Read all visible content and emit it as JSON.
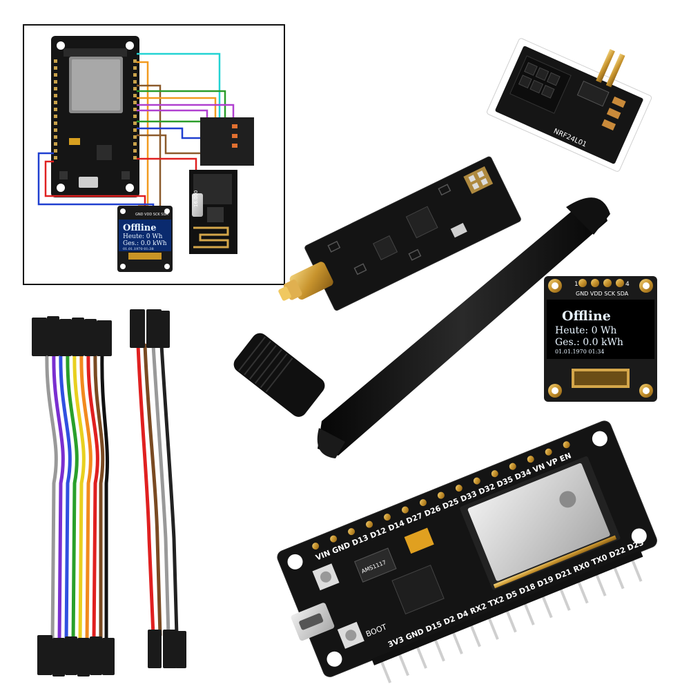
{
  "oled_large": {
    "pin_labels": "GND VDD SCK SDA",
    "pin_1": "1",
    "pin_4": "4",
    "line_title": "Offline",
    "line_heute": "Heute:  0 Wh",
    "line_ges": "Ges.: 0.0 kWh",
    "line_date": "01.01.1970 01:34"
  },
  "oled_small": {
    "pin_labels": "GND VDD SCK SDA",
    "line_title": "Offline",
    "line_heute": "Heute:  0 Wh",
    "line_ges": "Ges.: 0.0 kWh",
    "line_date": "01.01.1970 01:38"
  },
  "esp32_board": {
    "top_pins": "VIN GND D13 D12 D14 D27 D26 D25 D33 D32 D35 D34 VN VP EN",
    "bottom_pins": "3V3 GND D15 D2 D4 RX2 TX2 D5 D18 D19 D21 RX0 TX0 D22 D23",
    "boot_label": "BOOT",
    "regulator_label": "AMS1117"
  },
  "nrf_adapter": {
    "label": "NRF24L01"
  },
  "diagram_nrf": {
    "crystal_label": "16.000"
  },
  "colors": {
    "pcb": "#141414",
    "oled_screen": "#0a2a6e",
    "oled_pcb": "#1a1a1a",
    "gold": "#d4a64a",
    "wire_cyan": "#22d3d3",
    "wire_green": "#2a9d2a",
    "wire_brown": "#8b5a2b",
    "wire_orange": "#f29a1e",
    "wire_purple": "#b040d0",
    "wire_red": "#e02020",
    "wire_blue": "#1f3fd0"
  }
}
